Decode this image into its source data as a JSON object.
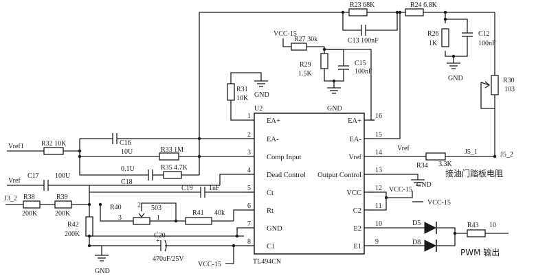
{
  "chip": {
    "ref": "U2",
    "part": "TL494CN",
    "left_pins": [
      {
        "num": "1",
        "name": "EA+"
      },
      {
        "num": "2",
        "name": "EA-"
      },
      {
        "num": "3",
        "name": "Comp Input"
      },
      {
        "num": "4",
        "name": "Dead Control"
      },
      {
        "num": "5",
        "name": "Ct"
      },
      {
        "num": "6",
        "name": "Rt"
      },
      {
        "num": "7",
        "name": "GND"
      },
      {
        "num": "8",
        "name": "C1"
      }
    ],
    "right_pins": [
      {
        "num": "16",
        "name": "EA+"
      },
      {
        "num": "15",
        "name": "EA-"
      },
      {
        "num": "14",
        "name": "Vref"
      },
      {
        "num": "13",
        "name": "Output Control"
      },
      {
        "num": "12",
        "name": "VCC"
      },
      {
        "num": "11",
        "name": "C2"
      },
      {
        "num": "10",
        "name": "E2"
      },
      {
        "num": "9",
        "name": "E1"
      }
    ]
  },
  "components": {
    "r23": {
      "ref": "R23",
      "value": "68K"
    },
    "r24": {
      "ref": "R24",
      "value": "6.8K"
    },
    "c13": {
      "ref": "C13",
      "value": "100nF"
    },
    "r26": {
      "ref": "R26",
      "value": "1K"
    },
    "c12": {
      "ref": "C12",
      "value": "100nF"
    },
    "r27": {
      "ref": "R27",
      "value": "30k"
    },
    "r29": {
      "ref": "R29",
      "value": "1.5K"
    },
    "c15": {
      "ref": "C15",
      "value": "100nF"
    },
    "r30": {
      "ref": "R30",
      "value": "103"
    },
    "r31": {
      "ref": "R31",
      "value": "10K"
    },
    "r32": {
      "ref": "R32",
      "value": "10K"
    },
    "c16": {
      "ref": "C16",
      "value": "10U"
    },
    "r33": {
      "ref": "R33",
      "value": "1M"
    },
    "c18": {
      "ref": "C18",
      "value": "0.1U"
    },
    "r35": {
      "ref": "R35",
      "value": "4.7K"
    },
    "c17": {
      "ref": "C17",
      "value": "100U"
    },
    "c19": {
      "ref": "C19",
      "value": "1nF"
    },
    "r38": {
      "ref": "R38",
      "value": "200K"
    },
    "r39": {
      "ref": "R39",
      "value": "200K"
    },
    "r40": {
      "ref": "R40",
      "value": "503",
      "pin_a": "2",
      "pin_b": "3",
      "pin_c": "1"
    },
    "r41": {
      "ref": "R41",
      "value": "40k"
    },
    "r42": {
      "ref": "R42",
      "value": "200K"
    },
    "c20": {
      "ref": "C20",
      "value": "470uF/25V"
    },
    "r34": {
      "ref": "R34",
      "value": "3.3K"
    },
    "r43": {
      "ref": "R43",
      "value": "10"
    },
    "d5": {
      "ref": "D5"
    },
    "d8": {
      "ref": "D8"
    }
  },
  "nets": {
    "vcc15": "VCC-15",
    "gnd": "GND",
    "vref": "Vref",
    "vref1": "Vref1",
    "j3_2": "J3_2",
    "j5_1": "J5_1",
    "j5_2": "J5_2"
  },
  "annotations": {
    "pedal": "接油门踏板电阻",
    "pwm": "PWM  输出"
  }
}
